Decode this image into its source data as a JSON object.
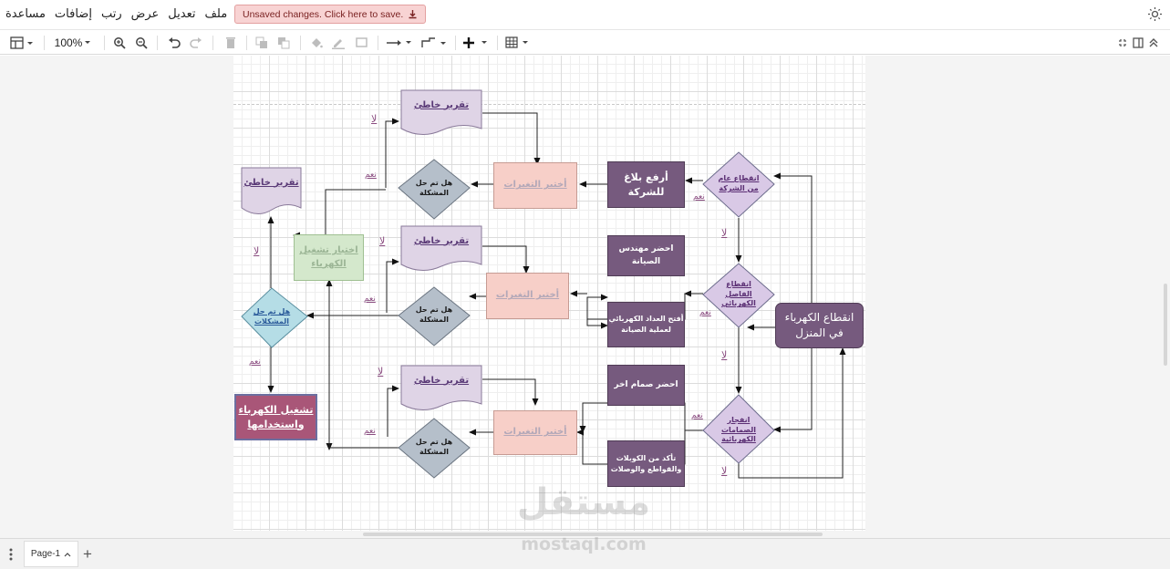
{
  "menu": {
    "items": [
      "ملف",
      "تعديل",
      "عرض",
      "رتب",
      "إضافات",
      "مساعدة"
    ]
  },
  "unsaved_banner": "Unsaved changes. Click here to save.",
  "toolbar": {
    "zoom": "100%"
  },
  "colors": {
    "accent_dark": "#765a7e",
    "pink_box": "#f7cfc8",
    "green_box": "#d4e8cc",
    "diamond_blue": "#b5dde6",
    "diamond_purple": "#d9c9e6",
    "diamond_grey": "#b5bfca",
    "doc_fill": "#dfd4e6"
  },
  "diagram": {
    "main": "انقطاع الكهرباء في المنزل",
    "d_company": "انقطاع عام من الشركة",
    "d_breaker": "انقطاع الفاصل الكهربائي",
    "d_fuses": "انفجار الصمامات الكهربائية",
    "report_company": "أرفع بلاغ للشركة",
    "engineer": "احضر مهندس الصيانة",
    "open_meter": "أفتح العداد الكهربائي لعملية الصيانة",
    "new_fuse": "احضر صمام اخر",
    "check_cables": "تأكد من الكوبلات والقواطع والوصلات",
    "test_changes": "أختبر التغيرات",
    "solved": "هل تم حل المشكلة",
    "wrong_report": "تقرير خاطئ",
    "test_power": "اختبار تشغيل الكهرباء",
    "solved_final": "هل تم حل المشكلات",
    "final": "تشغيل الكهرباء واستخدامها",
    "yes": "نعم",
    "no": "لا"
  },
  "pages": {
    "current": "Page-1"
  },
  "watermark": {
    "arabic": "مستقل",
    "latin": "mostaql.com"
  }
}
